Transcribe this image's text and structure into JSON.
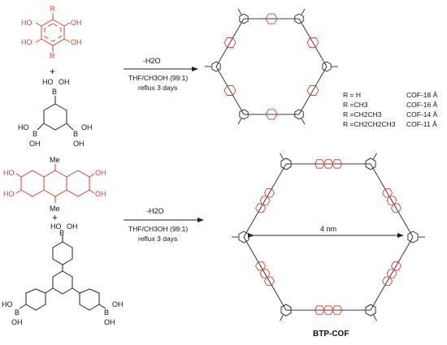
{
  "colors": {
    "accent": "#d0463b",
    "ink": "#222222"
  },
  "reaction1": {
    "reagent_a": {
      "oh_labels": [
        "HO",
        "OH",
        "HO",
        "OH"
      ],
      "r_labels": [
        "R",
        "R"
      ]
    },
    "plus": "+",
    "reagent_b": {
      "boron_labels": [
        "HO",
        "B",
        "OH",
        "HO",
        "B",
        "OH",
        "B",
        "OH",
        "OH"
      ]
    },
    "conditions": {
      "minus_water": "-H2O",
      "solvent": "THF/CH3OH (99:1)",
      "time": "reflux 3 days"
    },
    "legend": [
      {
        "r": "R = H",
        "cof": "COF-18 Å"
      },
      {
        "r": "R =CH3",
        "cof": "COF-16 Å"
      },
      {
        "r": "R =CH2CH3",
        "cof": "COF-14 Å"
      },
      {
        "r": "R =CH2CH2CH3",
        "cof": "COF-11 Å"
      }
    ]
  },
  "reaction2": {
    "reagent_a": {
      "labels": [
        "Me",
        "HO",
        "OH",
        "HO",
        "OH",
        "Me"
      ]
    },
    "plus": "+",
    "reagent_b": {
      "boron_labels": [
        "HO",
        "B",
        "OH",
        "HO",
        "B",
        "OH",
        "B",
        "OH",
        "OH"
      ]
    },
    "conditions": {
      "minus_water": "-H2O",
      "solvent": "THF/CH3OH (99:1)",
      "time": "reflux 3 days"
    },
    "pore_label": "4 nm",
    "product_name": "BTP-COF"
  }
}
